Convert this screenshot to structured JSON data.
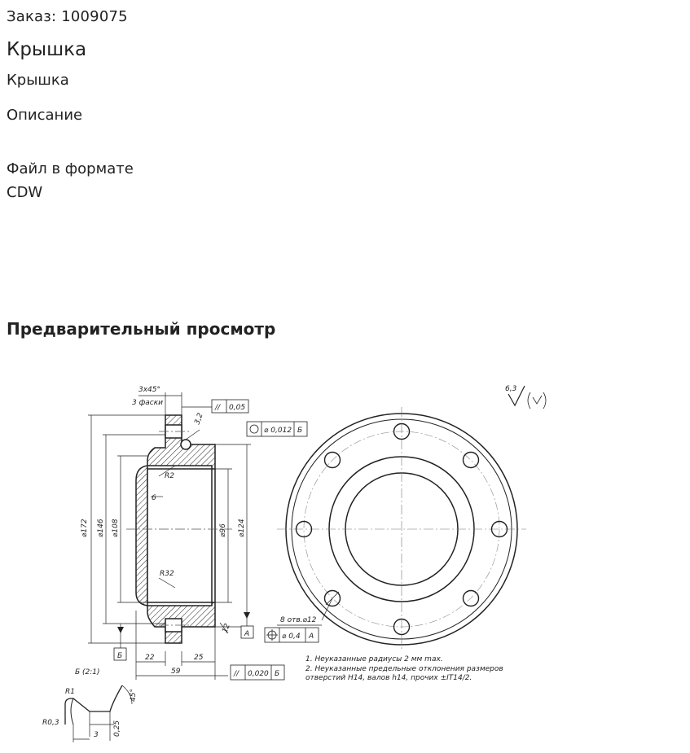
{
  "order": {
    "label": "Заказ: 1009075"
  },
  "product": {
    "title": "Крышка",
    "subtitle": "Крышка"
  },
  "description": {
    "heading": "Описание",
    "text": "Файл в формате CDW"
  },
  "preview": {
    "heading": "Предварительный просмотр"
  },
  "drawing": {
    "chamfer_dim": "3x45°",
    "chamfer_note": "3 фаски",
    "parallel_tol_top": "0,05",
    "concentric_tol": "⌀ 0,012",
    "concentric_datum": "Б",
    "dim_172": "⌀172",
    "dim_146": "⌀146",
    "dim_108": "⌀108",
    "dim_96": "⌀96",
    "dim_124": "⌀124",
    "dim_r2": "R2",
    "dim_r32": "R32",
    "dim_6": "6",
    "dim_32": "3,2",
    "dim_12": "12",
    "dim_22": "22",
    "dim_25": "25",
    "dim_59": "59",
    "datum_a": "А",
    "datum_b": "Б",
    "parallel_tol_bottom": "0,020",
    "parallel_tol_bottom_datum": "Б",
    "holes_note": "8 отв.⌀12",
    "position_tol": "⌀ 0,4",
    "position_datum": "А",
    "roughness_mark": "6,3",
    "detail_label": "Б (2:1)",
    "detail_r1": "R1",
    "detail_r03": "R0,3",
    "detail_3": "3",
    "detail_025": "0,25",
    "detail_angle": "45°",
    "note_1": "1. Неуказанные радиусы 2 мм max.",
    "note_2": "2. Неуказанные предельные отклонения размеров",
    "note_3": "отверстий H14, валов h14, прочих ±IT14/2."
  }
}
